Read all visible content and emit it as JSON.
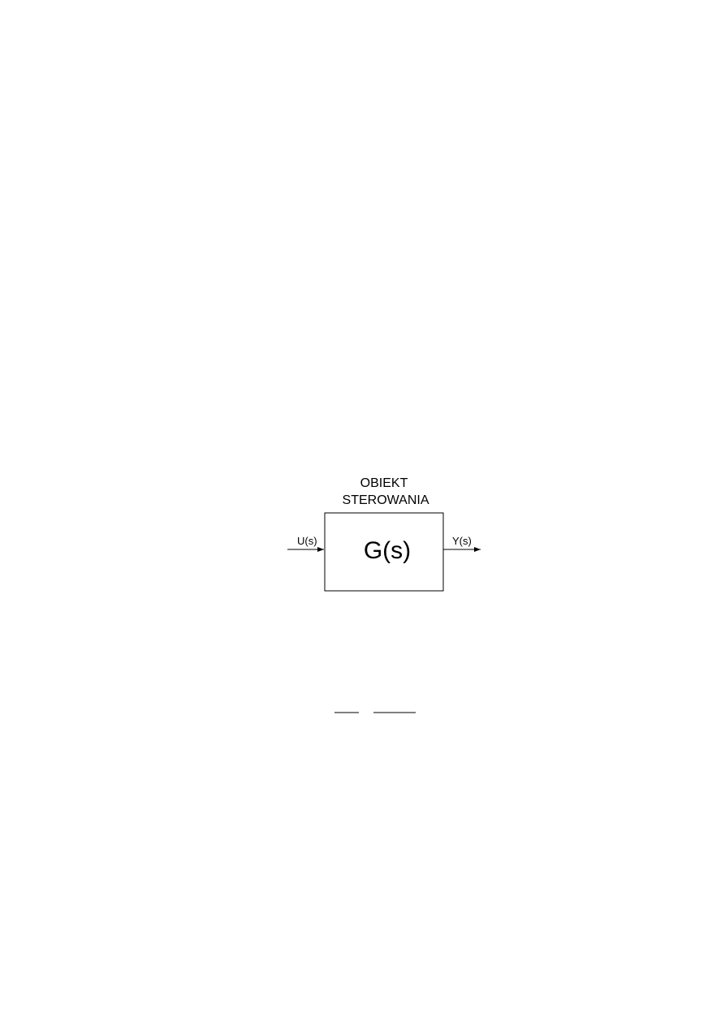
{
  "diagram": {
    "block_title_line1": "OBIEKT",
    "block_title_line2": "STEROWANIA",
    "block_label": "G(s)",
    "input_label": "U(s)",
    "output_label": "Y(s)"
  },
  "colors": {
    "line": "#000000",
    "background": "#ffffff"
  }
}
